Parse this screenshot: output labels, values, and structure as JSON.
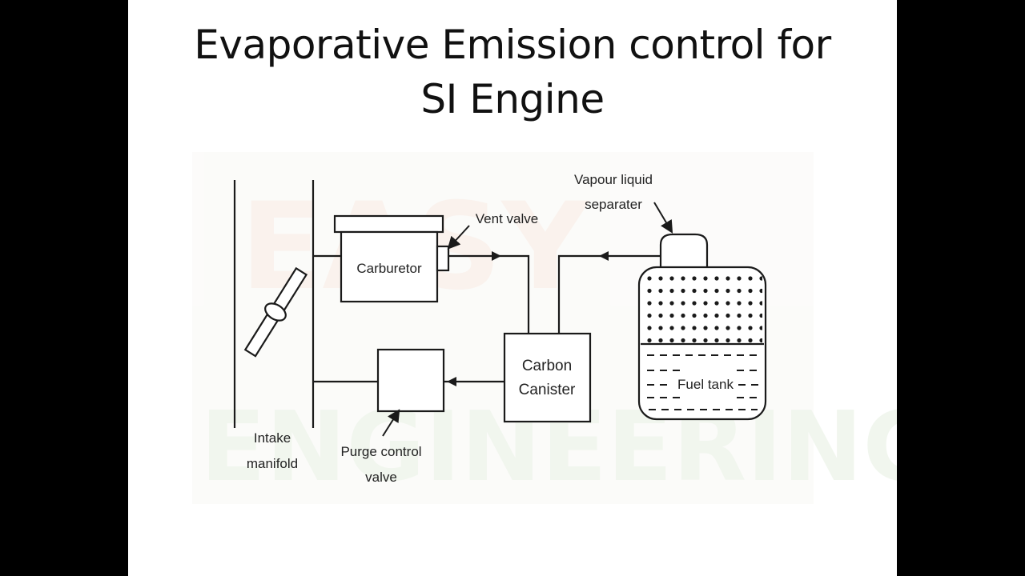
{
  "title": {
    "line1": "Evaporative Emission control for",
    "line2": "SI Engine"
  },
  "labels": {
    "vapour_separator_line1": "Vapour liquid",
    "vapour_separator_line2": "separater",
    "vent_valve": "Vent valve",
    "carburetor": "Carburetor",
    "carbon_canister_line1": "Carbon",
    "carbon_canister_line2": "Canister",
    "fuel_tank": "Fuel tank",
    "intake_manifold_line1": "Intake",
    "intake_manifold_line2": "manifold",
    "purge_valve_line1": "Purge control",
    "purge_valve_line2": "valve"
  },
  "colors": {
    "background": "#000000",
    "slide": "#ffffff",
    "line": "#1a1a1a"
  }
}
